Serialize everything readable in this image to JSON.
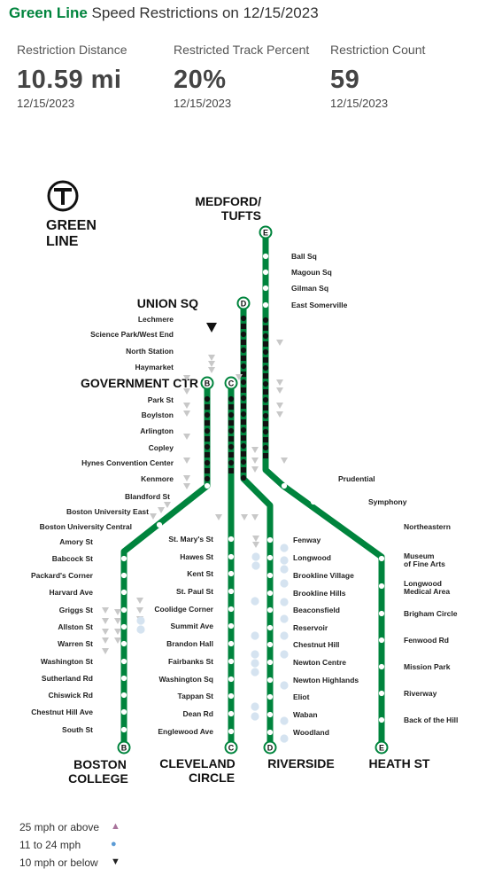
{
  "header": {
    "line_name": "Green Line",
    "title_rest": "Speed Restrictions on 12/15/2023"
  },
  "metrics": [
    {
      "label": "Restriction Distance",
      "value": "10.59 mi",
      "date": "12/15/2023"
    },
    {
      "label": "Restricted Track Percent",
      "value": "20%",
      "date": "12/15/2023"
    },
    {
      "label": "Restriction Count",
      "value": "59",
      "date": "12/15/2023"
    }
  ],
  "map": {
    "logo_letter": "T",
    "logo_text": [
      "GREEN",
      "LINE"
    ],
    "terminals": {
      "medford": [
        "MEDFORD/",
        "TUFTS"
      ],
      "union": "UNION SQ",
      "government": "GOVERNMENT CTR",
      "boston_college": [
        "BOSTON",
        "COLLEGE"
      ],
      "cleveland": [
        "CLEVELAND",
        "CIRCLE"
      ],
      "riverside": "RIVERSIDE",
      "heath": "HEATH ST"
    },
    "branch_letters": {
      "b": "B",
      "c": "C",
      "d": "D",
      "e": "E"
    },
    "stations_e_north": [
      "Ball Sq",
      "Magoun Sq",
      "Gilman Sq",
      "East Somerville"
    ],
    "stations_trunk": [
      "Lechmere",
      "Science Park/West End",
      "North Station",
      "Haymarket",
      "Park St",
      "Boylston",
      "Arlington",
      "Copley",
      "Hynes Convention Center",
      "Kenmore"
    ],
    "stations_b_upper": [
      "Blandford St",
      "Boston University East",
      "Boston University Central"
    ],
    "stations_b": [
      "Amory St",
      "Babcock St",
      "Packard's Corner",
      "Harvard Ave",
      "Griggs St",
      "Allston St",
      "Warren St",
      "Washington St",
      "Sutherland Rd",
      "Chiswick Rd",
      "Chestnut Hill Ave",
      "South St"
    ],
    "stations_c": [
      "St. Mary's St",
      "Hawes St",
      "Kent St",
      "St. Paul St",
      "Coolidge Corner",
      "Summit Ave",
      "Brandon Hall",
      "Fairbanks St",
      "Washington Sq",
      "Tappan St",
      "Dean Rd",
      "Englewood Ave"
    ],
    "stations_d": [
      "Fenway",
      "Longwood",
      "Brookline Village",
      "Brookline Hills",
      "Beaconsfield",
      "Reservoir",
      "Chestnut Hill",
      "Newton Centre",
      "Newton Highlands",
      "Eliot",
      "Waban",
      "Woodland"
    ],
    "stations_e_upper": [
      "Prudential",
      "Symphony",
      "Northeastern"
    ],
    "stations_e": [
      [
        "Museum",
        "of Fine Arts"
      ],
      [
        "Longwood",
        "Medical Area"
      ],
      [
        "Brigham Circle"
      ],
      [
        "Fenwood Rd"
      ],
      [
        "Mission Park"
      ],
      [
        "Riverway"
      ],
      [
        "Back of the Hill"
      ]
    ]
  },
  "legend": [
    {
      "label": "25 mph or above",
      "symbol": "▲",
      "color": "#a8739b"
    },
    {
      "label": "11 to 24 mph",
      "symbol": "●",
      "color": "#5b9bd5"
    },
    {
      "label": "10 mph or below",
      "symbol": "▼",
      "color": "#222222"
    }
  ],
  "colors": {
    "green": "#00843D",
    "restriction": "#c8c8c8",
    "medium": "#d5e3f0"
  }
}
